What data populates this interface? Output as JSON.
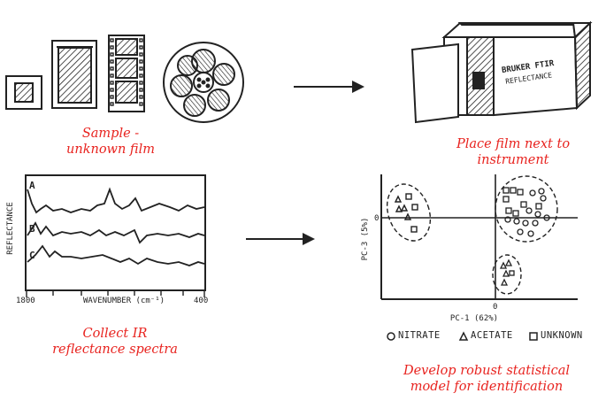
{
  "captions": {
    "step1": [
      "Sample -",
      "unknown film"
    ],
    "step2": [
      "Place film next to",
      "instrument"
    ],
    "step3": [
      "Collect IR",
      "reflectance spectra"
    ],
    "step4": [
      "Develop robust statistical",
      "model for identification"
    ]
  },
  "instrument_label": [
    "BRUKER FTIR",
    "REFLECTANCE"
  ],
  "spectra": {
    "ylabel": "REFLECTANCE",
    "xlabel": "WAVENUMBER (cm⁻¹)",
    "x_start": "1800",
    "x_end": "400",
    "curves": [
      "A",
      "B",
      "C"
    ]
  },
  "pca": {
    "xlabel": "PC-1 (62%)",
    "ylabel": "PC-3 (5%)",
    "origin_x": "0",
    "origin_y": "0"
  },
  "legend": {
    "nitrate": "NITRATE",
    "acetate": "ACETATE",
    "unknown": "UNKNOWN"
  },
  "colors": {
    "caption": "#e8231f",
    "ink": "#222222"
  }
}
